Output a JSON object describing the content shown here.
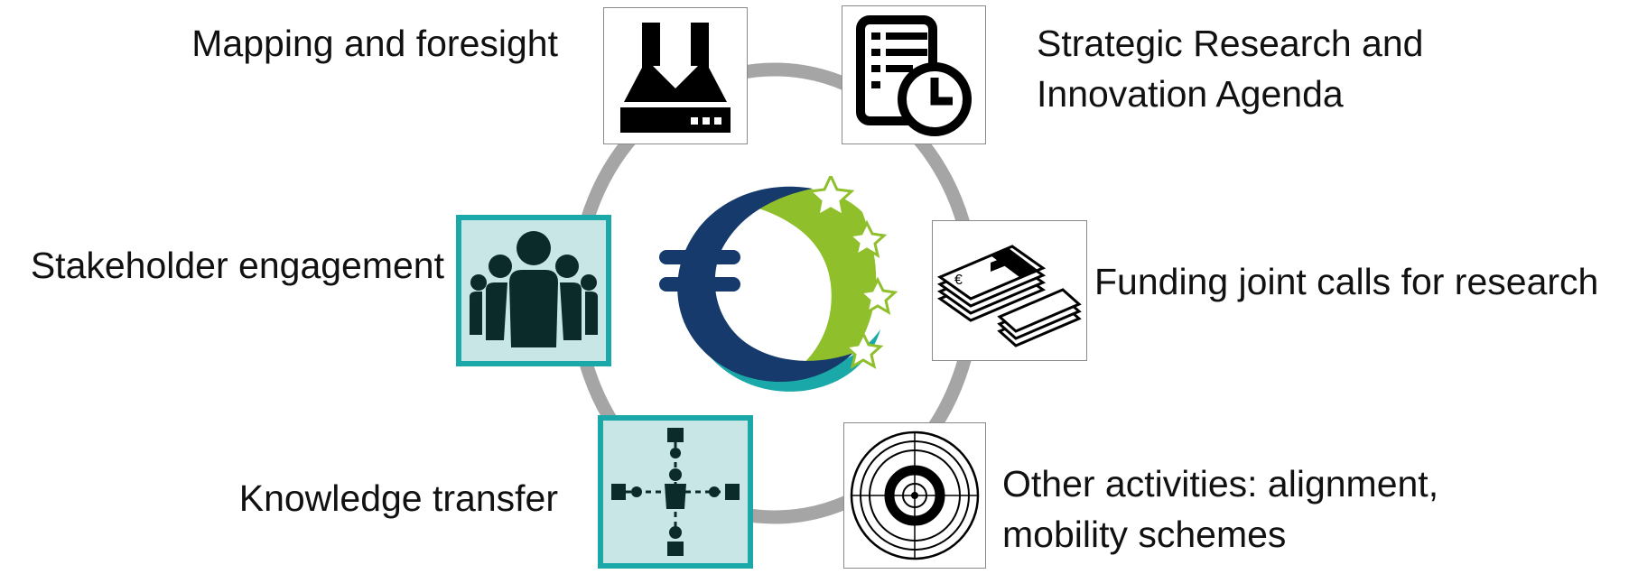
{
  "colors": {
    "ring": "#a5a5a5",
    "highlight_border": "#1aa9a8",
    "highlight_fill": "#c9e6e6",
    "icon_dark": "#0b2a2a",
    "logo_navy": "#163a6b",
    "logo_teal": "#1aa9a8",
    "logo_green": "#8fbf2a"
  },
  "activities": [
    {
      "key": "mapping",
      "icon": "inbox-download-icon",
      "lines": [
        "Mapping and foresight"
      ],
      "highlighted": false
    },
    {
      "key": "sria",
      "icon": "checklist-clock-icon",
      "lines": [
        "Strategic Research and",
        "Innovation Agenda"
      ],
      "highlighted": false
    },
    {
      "key": "stakeholder",
      "icon": "people-group-icon",
      "lines": [
        "Stakeholder engagement"
      ],
      "highlighted": true
    },
    {
      "key": "funding",
      "icon": "money-stack-icon",
      "lines": [
        "Funding joint calls for research"
      ],
      "highlighted": false
    },
    {
      "key": "knowledge",
      "icon": "network-people-icon",
      "lines": [
        "Knowledge transfer"
      ],
      "highlighted": true
    },
    {
      "key": "other",
      "icon": "target-icon",
      "lines": [
        "Other activities: alignment,",
        "mobility schemes"
      ],
      "highlighted": false
    }
  ],
  "center_logo": "euro-stars-logo"
}
